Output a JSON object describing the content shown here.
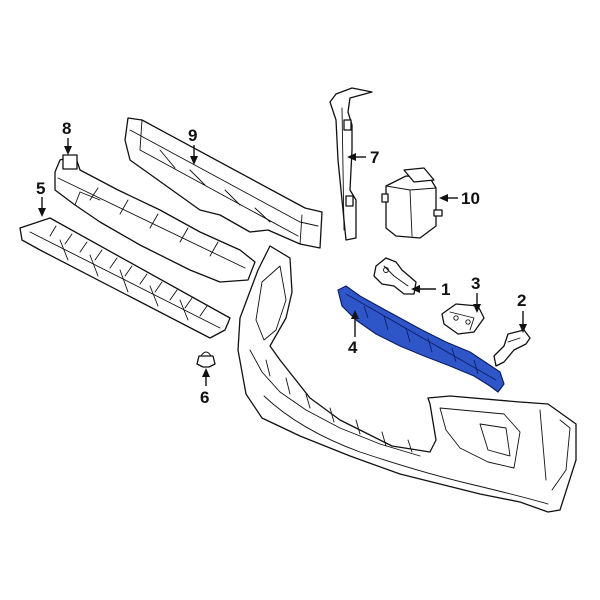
{
  "diagram": {
    "callouts": [
      {
        "id": "1",
        "label": "1"
      },
      {
        "id": "2",
        "label": "2"
      },
      {
        "id": "3",
        "label": "3"
      },
      {
        "id": "4",
        "label": "4"
      },
      {
        "id": "5",
        "label": "5"
      },
      {
        "id": "6",
        "label": "6"
      },
      {
        "id": "7",
        "label": "7"
      },
      {
        "id": "8",
        "label": "8"
      },
      {
        "id": "9",
        "label": "9"
      },
      {
        "id": "10",
        "label": "10"
      }
    ],
    "highlight_part": "4",
    "colors": {
      "line": "#111111",
      "highlight_fill": "#2f56c9",
      "highlight_stroke": "#0d1f63",
      "background": "#ffffff"
    }
  }
}
